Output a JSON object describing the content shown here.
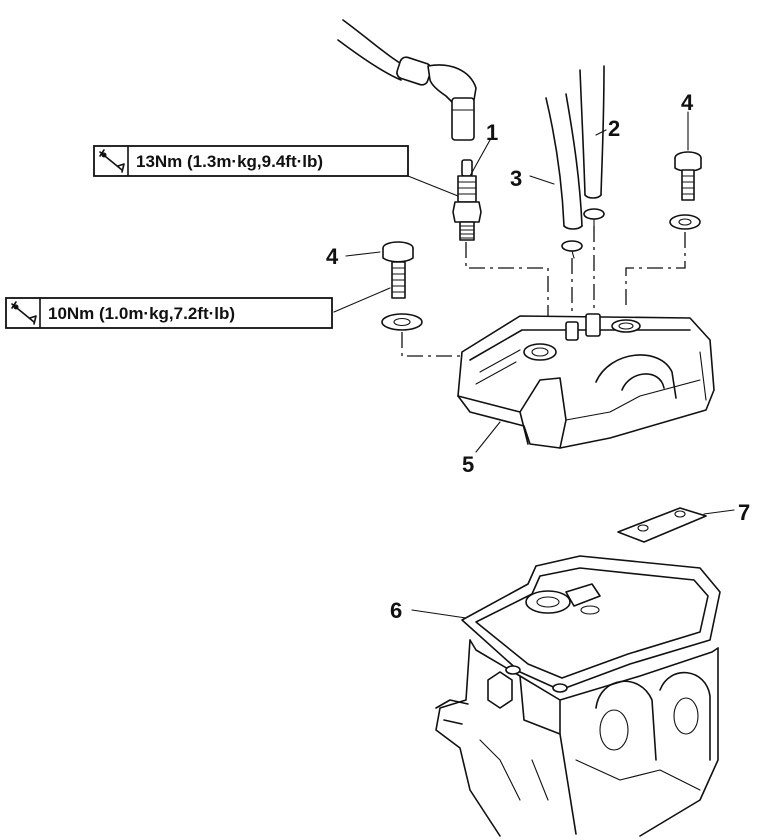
{
  "torque_specs": [
    {
      "id": "spark-plug",
      "text": "13Nm (1.3m·kg,9.4ft·lb)",
      "icon": "torque-wrench-icon"
    },
    {
      "id": "cover-bolt",
      "text": "10Nm (1.0m·kg,7.2ft·lb)",
      "icon": "torque-wrench-icon"
    }
  ],
  "callouts": {
    "c1": "1",
    "c2": "2",
    "c3": "3",
    "c4a": "4",
    "c4b": "4",
    "c5": "5",
    "c6": "6",
    "c7": "7"
  }
}
